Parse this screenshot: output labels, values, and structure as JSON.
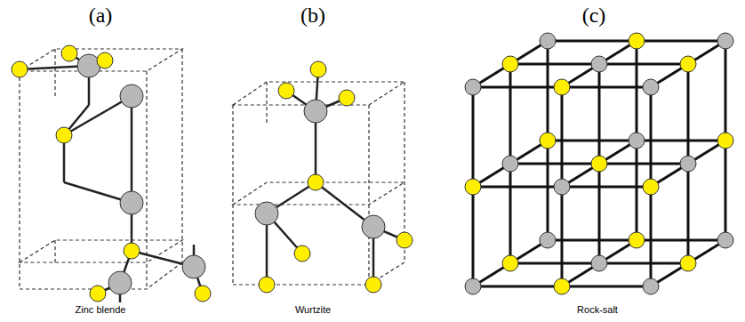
{
  "diagram": {
    "labels": [
      "(a)",
      "(b)",
      "(c)",
      "Zinc blende",
      "Wurtzite",
      "Rock-salt"
    ]
  }
}
